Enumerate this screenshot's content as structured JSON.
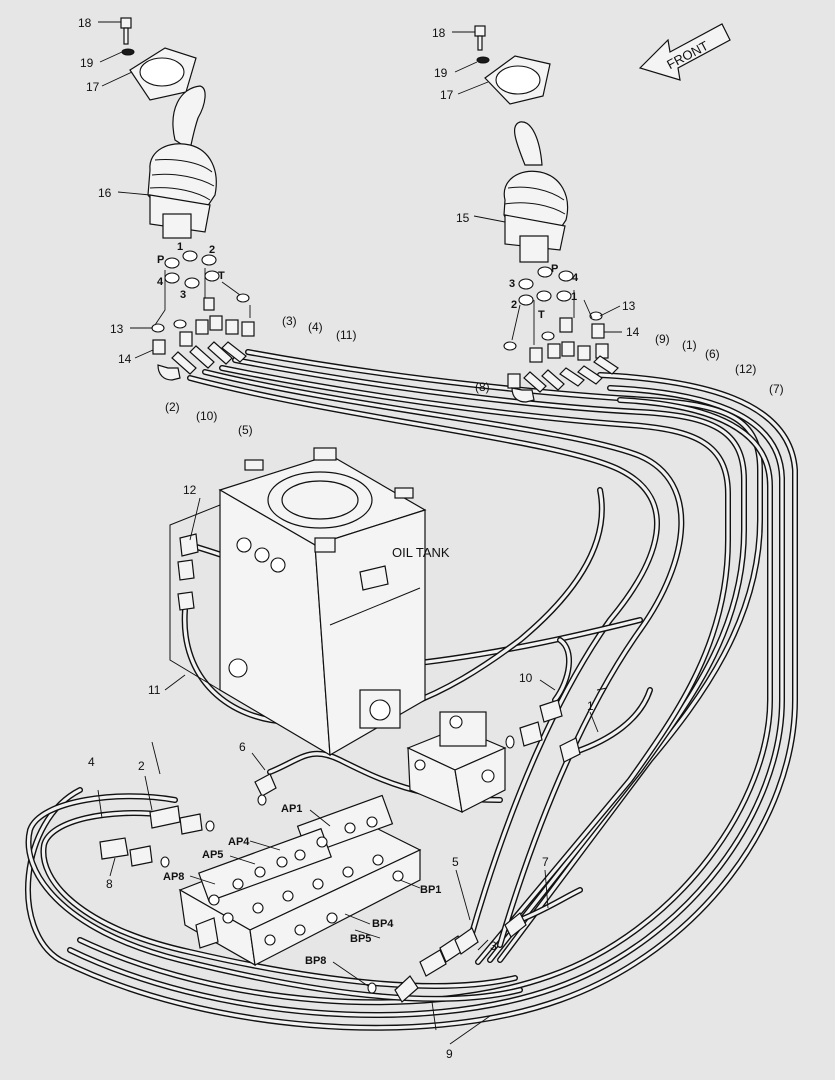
{
  "direction_label": "FRONT",
  "tank_label": "OIL TANK",
  "colors": {
    "background": "#e6e6e6",
    "line": "#111111",
    "fill": "#f4f4f4"
  },
  "left_lever": {
    "part_labels": [
      "18",
      "19",
      "17",
      "16",
      "P",
      "1",
      "2",
      "4",
      "3",
      "T",
      "13",
      "14",
      "(2)",
      "(10)",
      "(5)",
      "(3)",
      "(4)",
      "(11)"
    ]
  },
  "right_lever": {
    "part_labels": [
      "18",
      "19",
      "17",
      "15",
      "P",
      "3",
      "4",
      "2",
      "1",
      "T",
      "13",
      "14",
      "(8)",
      "(9)",
      "(1)",
      "(6)",
      "(12)",
      "(7)"
    ]
  },
  "hose_labels": [
    "12",
    "11",
    "10",
    "1",
    "6",
    "4",
    "2",
    "8",
    "5",
    "7",
    "3",
    "9"
  ],
  "valve_ports": [
    "AP1",
    "AP4",
    "AP5",
    "AP8",
    "BP1",
    "BP4",
    "BP5",
    "BP8"
  ]
}
